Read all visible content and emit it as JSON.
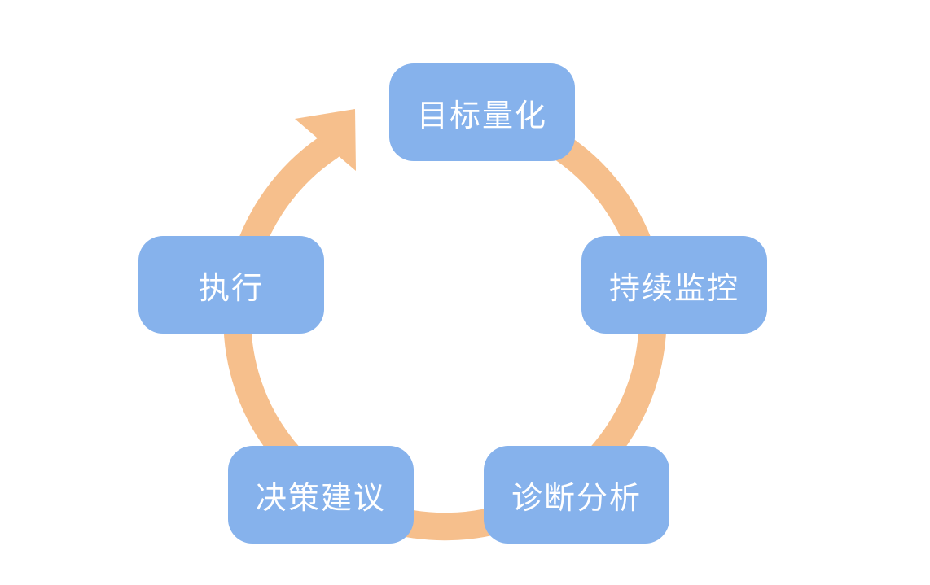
{
  "diagram": {
    "type": "cycle",
    "ring_color": "#f6bf8c",
    "box_color": "#86b2ec",
    "text_color": "#ffffff",
    "steps": [
      {
        "label": "目标量化"
      },
      {
        "label": "持续监控"
      },
      {
        "label": "诊断分析"
      },
      {
        "label": "决策建议"
      },
      {
        "label": "执行"
      }
    ]
  }
}
